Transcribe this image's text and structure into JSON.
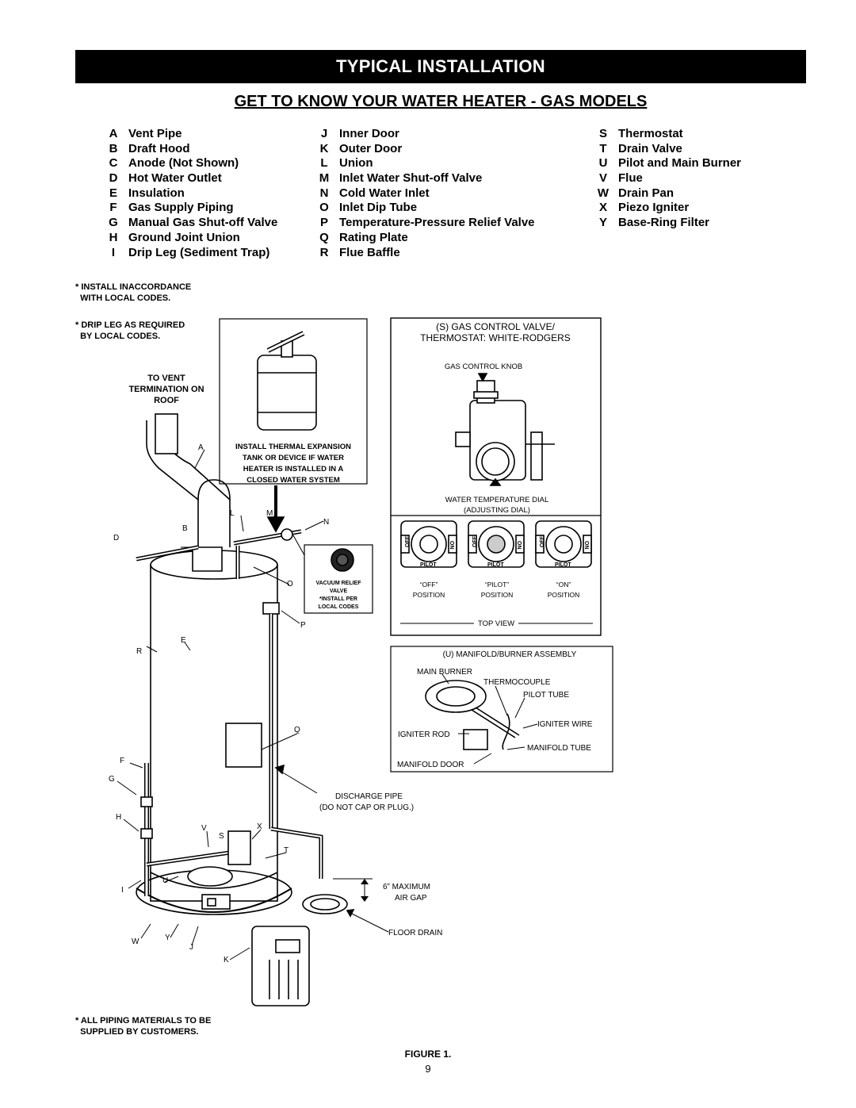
{
  "header": {
    "title": "TYPICAL INSTALLATION",
    "subtitle": "GET TO KNOW YOUR WATER HEATER - GAS MODELS"
  },
  "legend": {
    "col1": [
      {
        "letter": "A",
        "label": "Vent Pipe"
      },
      {
        "letter": "B",
        "label": "Draft Hood"
      },
      {
        "letter": "C",
        "label": "Anode (Not Shown)"
      },
      {
        "letter": "D",
        "label": "Hot Water Outlet"
      },
      {
        "letter": "E",
        "label": "Insulation"
      },
      {
        "letter": "F",
        "label": "Gas Supply Piping"
      },
      {
        "letter": "G",
        "label": "Manual Gas Shut-off Valve"
      },
      {
        "letter": "H",
        "label": "Ground Joint Union"
      },
      {
        "letter": "I",
        "label": "Drip Leg (Sediment Trap)"
      }
    ],
    "col2": [
      {
        "letter": "J",
        "label": "Inner Door"
      },
      {
        "letter": "K",
        "label": "Outer Door"
      },
      {
        "letter": "L",
        "label": "Union"
      },
      {
        "letter": "M",
        "label": "Inlet Water Shut-off Valve"
      },
      {
        "letter": "N",
        "label": "Cold Water Inlet"
      },
      {
        "letter": "O",
        "label": "Inlet Dip Tube"
      },
      {
        "letter": "P",
        "label": "Temperature-Pressure Relief Valve"
      },
      {
        "letter": "Q",
        "label": "Rating Plate"
      },
      {
        "letter": "R",
        "label": "Flue Baffle"
      }
    ],
    "col3": [
      {
        "letter": "S",
        "label": "Thermostat"
      },
      {
        "letter": "T",
        "label": "Drain Valve"
      },
      {
        "letter": "U",
        "label": "Pilot and Main Burner"
      },
      {
        "letter": "V",
        "label": "Flue"
      },
      {
        "letter": "W",
        "label": "Drain Pan"
      },
      {
        "letter": "X",
        "label": "Piezo Igniter"
      },
      {
        "letter": "Y",
        "label": "Base-Ring Filter"
      }
    ]
  },
  "notes": {
    "install_codes": "* INSTALL INACCORDANCE\n  WITH LOCAL CODES.",
    "drip_leg": "* DRIP LEG AS REQUIRED\n  BY LOCAL CODES.",
    "vent": "TO VENT\nTERMINATION ON\nROOF",
    "piping": "* ALL PIPING MATERIALS TO BE\n  SUPPLIED BY CUSTOMERS."
  },
  "expansion_tank": {
    "lines": [
      "INSTALL THERMAL EXPANSION",
      "TANK OR DEVICE IF WATER",
      "HEATER IS INSTALLED IN A",
      "CLOSED WATER SYSTEM"
    ]
  },
  "vacuum_relief": {
    "lines": [
      "VACUUM RELIEF",
      "VALVE",
      "*INSTALL PER",
      "LOCAL CODES"
    ]
  },
  "diagram_letters": {
    "A": "A",
    "B": "B",
    "D": "D",
    "E": "E",
    "F": "F",
    "G": "G",
    "H": "H",
    "I": "I",
    "J": "J",
    "K": "K",
    "L": "L",
    "M": "M",
    "N": "N",
    "O": "O",
    "P": "P",
    "Q": "Q",
    "R": "R",
    "S": "S",
    "T": "T",
    "U": "U",
    "V": "V",
    "W": "W",
    "X": "X",
    "Y": "Y"
  },
  "callouts": {
    "discharge_1": "DISCHARGE PIPE",
    "discharge_2": "(DO NOT CAP OR PLUG.)",
    "air_gap_1": "6” MAXIMUM",
    "air_gap_2": "AIR GAP",
    "floor_drain": "FLOOR DRAIN"
  },
  "gas_control": {
    "title_1": "(S) GAS CONTROL VALVE/",
    "title_2": "THERMOSTAT: WHITE-RODGERS",
    "knob": "GAS CONTROL KNOB",
    "dial_1": "WATER TEMPERATURE DIAL",
    "dial_2": "(ADJUSTING DIAL)",
    "knob_labels": {
      "off": "OFF",
      "on": "ON",
      "pilot": "PILOT"
    },
    "positions": [
      {
        "name": "“OFF”",
        "label": "POSITION"
      },
      {
        "name": "“PILOT”",
        "label": "POSITION"
      },
      {
        "name": "“ON”",
        "label": "POSITION"
      }
    ],
    "top_view": "TOP VIEW"
  },
  "manifold": {
    "title": "(U) MANIFOLD/BURNER ASSEMBLY",
    "main_burner": "MAIN BURNER",
    "thermocouple": "THERMOCOUPLE",
    "pilot_tube": "PILOT TUBE",
    "igniter_wire": "IGNITER WIRE",
    "igniter_rod": "IGNITER ROD",
    "manifold_tube": "MANIFOLD TUBE",
    "manifold_door": "MANIFOLD DOOR"
  },
  "footer": {
    "figure": "FIGURE 1.",
    "page": "9"
  }
}
